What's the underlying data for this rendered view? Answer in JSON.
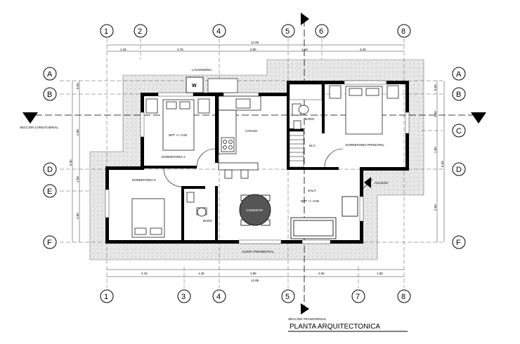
{
  "title": "PLANTA ARQUITECTONICA",
  "section_long_label": "SECCION LONGITUDINAL",
  "section_trans_label": "SECCION TRANSVERSAL",
  "axes_top": [
    "1",
    "2",
    "4",
    "5",
    "6",
    "8"
  ],
  "axes_bottom": [
    "1",
    "3",
    "4",
    "5",
    "7",
    "8"
  ],
  "axes_left": [
    "A",
    "B",
    "D",
    "E",
    "F"
  ],
  "axes_right": [
    "A",
    "B",
    "C",
    "D",
    "F"
  ],
  "dims_top": [
    "1.25",
    "2.75",
    "2.85",
    "1.40",
    "3.20"
  ],
  "dims_top_total": "12.85",
  "dims_bottom": [
    "2.15",
    "1.25",
    "2.85",
    "2.92",
    "1.88"
  ],
  "dims_bottom_total": "12.85",
  "dims_left": [
    "0.50",
    "2.00",
    "1.00",
    "2.00"
  ],
  "dims_left_total": "6.55",
  "dims_right": [
    "0.50",
    "1.60",
    "1.60",
    "2.00"
  ],
  "dims_right_total": "6.50",
  "rooms": {
    "lavanderia": "LAVANDERIA",
    "dormitorio2a": "DORMITORIO 2",
    "dormitorio2b": "DORMITORIO 2",
    "cocina": "COCINA",
    "bano1": "BAÑO",
    "bano2": "BAÑO",
    "wc": "W.C.",
    "dormitorio_principal": "DORMITORIO PRINCIPAL",
    "sala": "SALA",
    "comedor": "COMEDOR",
    "acera": "ACERA PERIMETRAL",
    "acceso": "ACCESO"
  },
  "npt1": "NPT +/- 0.00",
  "npt2": "NPT +/- 0.00",
  "washer_label": "W"
}
